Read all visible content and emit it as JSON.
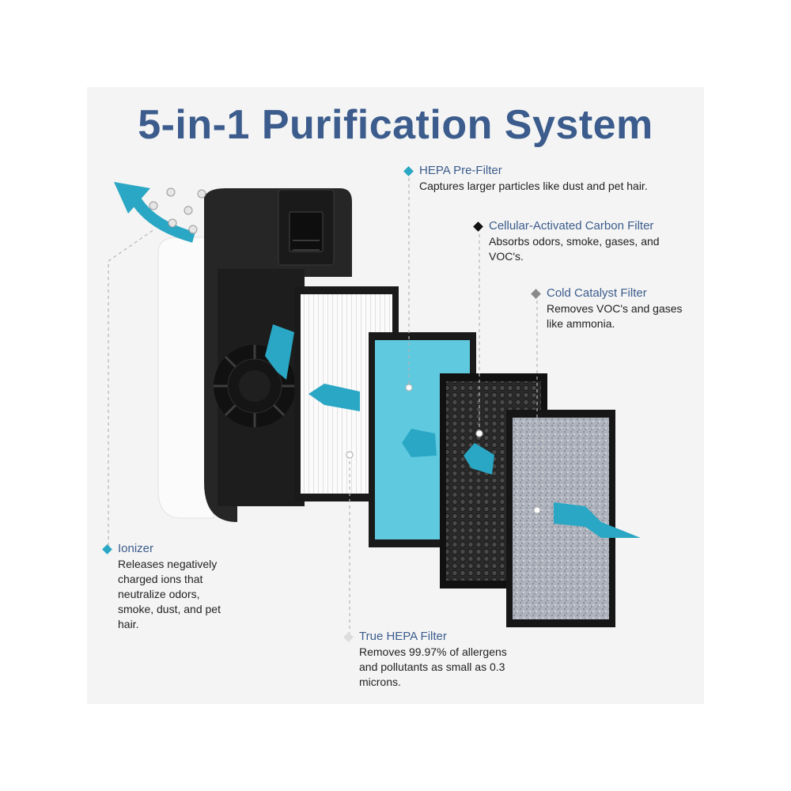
{
  "title": "5-in-1 Purification System",
  "callouts": {
    "hepa_pre": {
      "heading": "HEPA Pre-Filter",
      "body": "Captures larger particles like dust and pet hair.",
      "color": "#2aa7c4"
    },
    "carbon": {
      "heading": "Cellular-Activated Carbon Filter",
      "body": "Absorbs odors, smoke, gases, and VOC's.",
      "color": "#111111"
    },
    "cold_catalyst": {
      "heading": "Cold Catalyst Filter",
      "body": "Removes VOC's and gases like ammonia.",
      "color": "#8a8a8a"
    },
    "ionizer": {
      "heading": "Ionizer",
      "body": "Releases negatively charged ions that neutralize odors, smoke, dust, and pet hair.",
      "color": "#2aa7c4"
    },
    "true_hepa": {
      "heading": "True HEPA Filter",
      "body": "Removes 99.97% of allergens and pollutants as small as 0.3 microns.",
      "color": "#dddddd"
    }
  },
  "colors": {
    "title": "#3b5c8c",
    "arrow": "#2aa7c4",
    "prefilter": "#5fc9e0",
    "device": "#222222"
  }
}
